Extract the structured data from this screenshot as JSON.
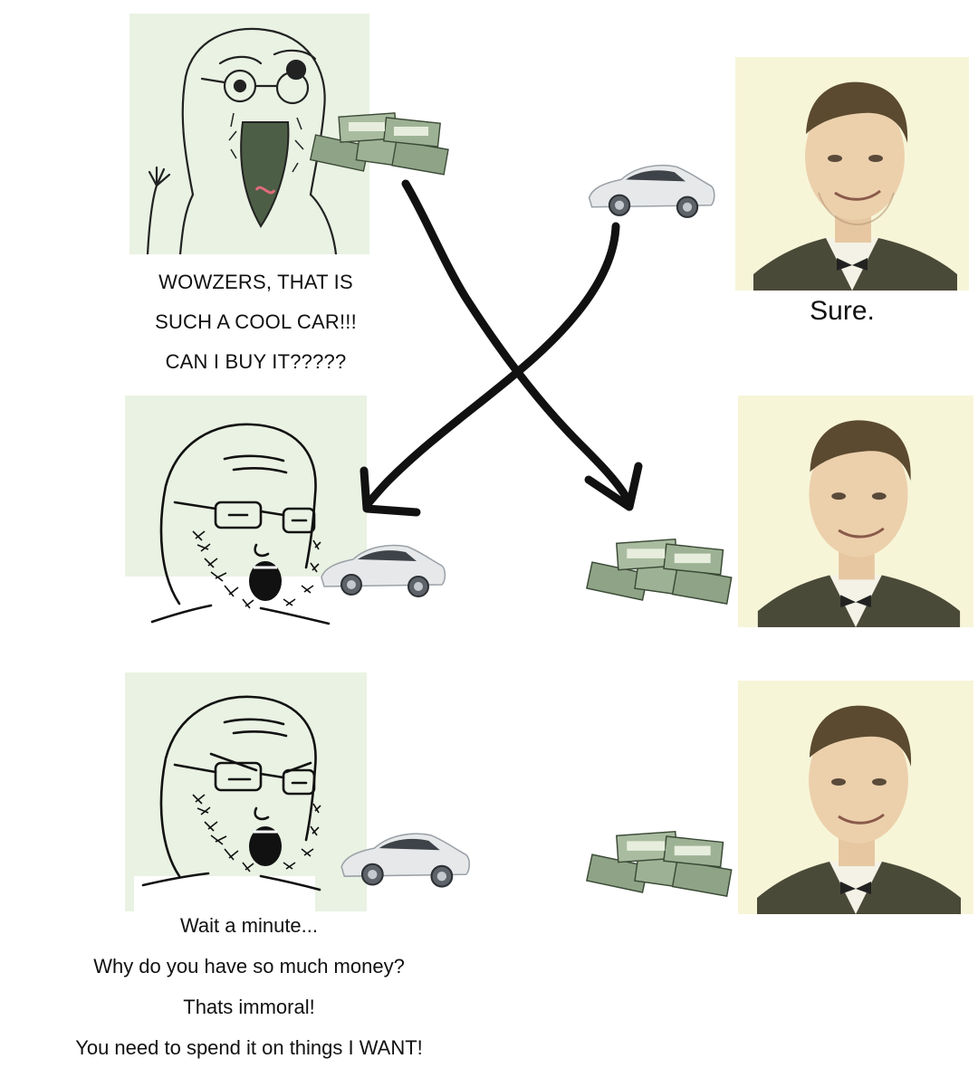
{
  "captions": {
    "top": [
      "WOWZERS, THAT IS",
      "SUCH A COOL CAR!!!",
      "CAN I BUY IT?????"
    ],
    "reply": "Sure.",
    "bottom": [
      "Wait a minute...",
      "Why do you have so much money?",
      "Thats immoral!",
      "You need to spend it on things I WANT!"
    ]
  },
  "colors": {
    "wojak_bg": "#e9f2e3",
    "elon_bg": "#f7f5d8",
    "ink": "#111111",
    "car_body": "#e6e8ea",
    "cash_green": "#8fa487"
  },
  "icons": [
    "soyjak-icon",
    "wojak-icon",
    "angry-wojak-icon",
    "elon-portrait-icon",
    "car-icon",
    "money-stack-icon",
    "crossing-arrows-icon"
  ]
}
